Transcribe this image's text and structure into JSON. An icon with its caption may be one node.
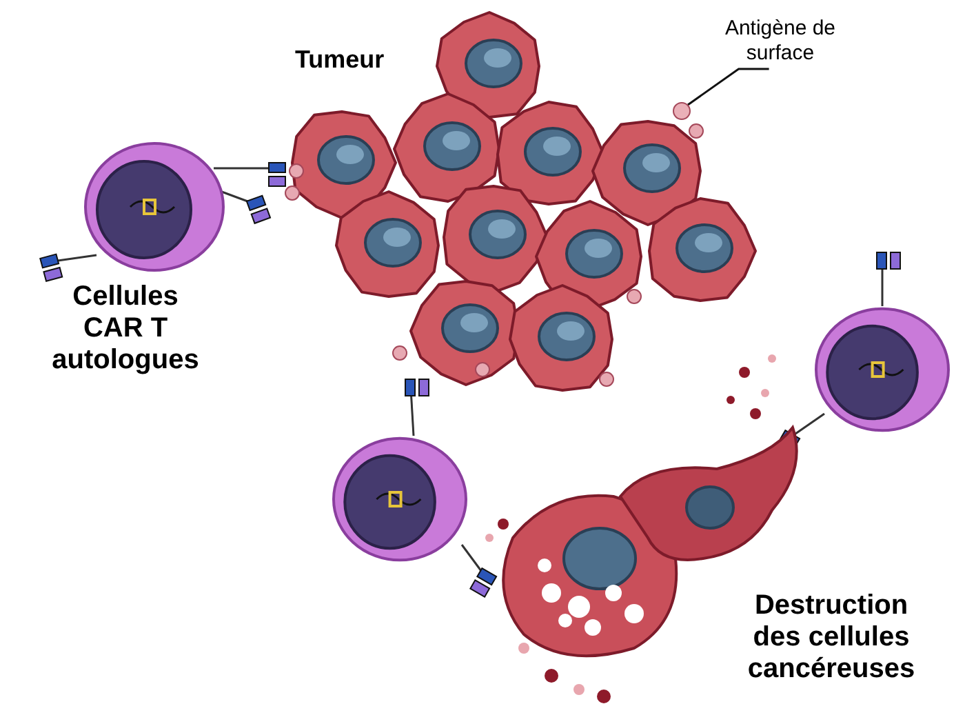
{
  "diagram": {
    "nodes": [
      {
        "text": [
          "Antigène de surface"
        ]
      },
      {
        "text": [],
        "shape": "circle"
      }
    ],
    "edges": [
      {
        "from": 0,
        "to": 1,
        "arrow": "none"
      }
    ],
    "labels": [
      "Tumeur",
      "Cellules CAR T autologues",
      "Destruction des cellules cancéreuses"
    ]
  }
}
